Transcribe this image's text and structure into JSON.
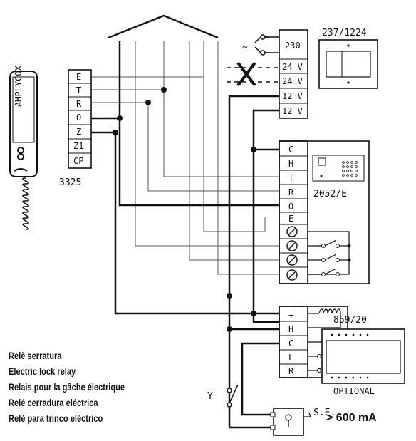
{
  "handset": {
    "model": "3325",
    "brand": "AMPLYCOX",
    "terminals": [
      "E",
      "T",
      "R",
      "O",
      "Z",
      "Z1",
      "CP"
    ]
  },
  "power_supply": {
    "model": "237/1224",
    "terminals": [
      "230",
      "24 V",
      "24 V",
      "12 V",
      "12 V"
    ],
    "ac_symbol": "~"
  },
  "door_panel": {
    "model": "2052/E",
    "terminals": [
      "C",
      "H",
      "T",
      "R",
      "O",
      "E"
    ]
  },
  "relay": {
    "model": "859/20",
    "note": "OPTIONAL",
    "terminals": [
      "+",
      "H",
      "C",
      "L",
      "R"
    ]
  },
  "switch_label": "Y",
  "lock_label": "S.E.",
  "current_note": "> 600 mA",
  "legend": [
    "Relè serratura",
    "Electric lock relay",
    "Relais pour la gâche électrique",
    "Relé cerradura eléctrica",
    "Relé para trinco eléctrico"
  ]
}
